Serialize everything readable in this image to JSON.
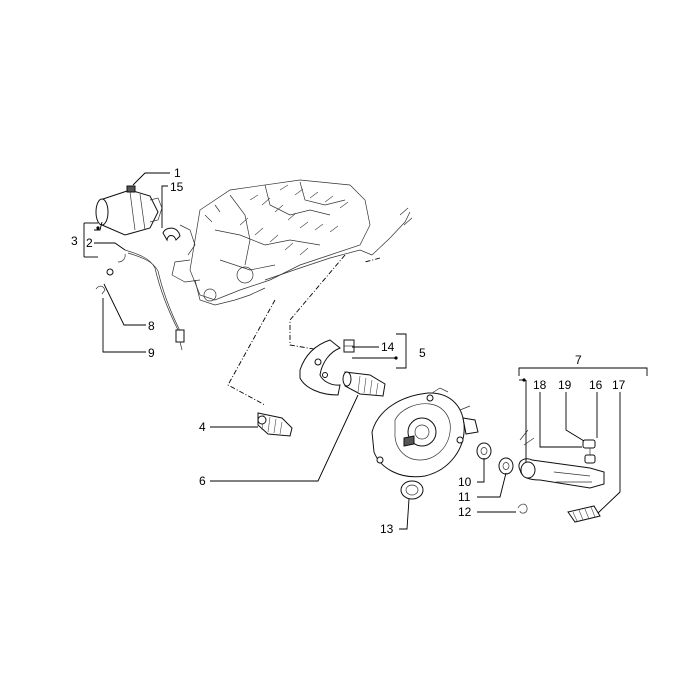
{
  "callouts": {
    "c1": "1",
    "c2": "2",
    "c3": "3",
    "c4": "4",
    "c5": "5",
    "c6": "6",
    "c7": "7",
    "c8": "8",
    "c9": "9",
    "c10": "10",
    "c11": "11",
    "c12": "12",
    "c13": "13",
    "c14": "14",
    "c15": "15",
    "c16": "16",
    "c17": "17",
    "c18": "18",
    "c19": "19"
  },
  "colors": {
    "line": "#000000",
    "background": "#ffffff"
  }
}
